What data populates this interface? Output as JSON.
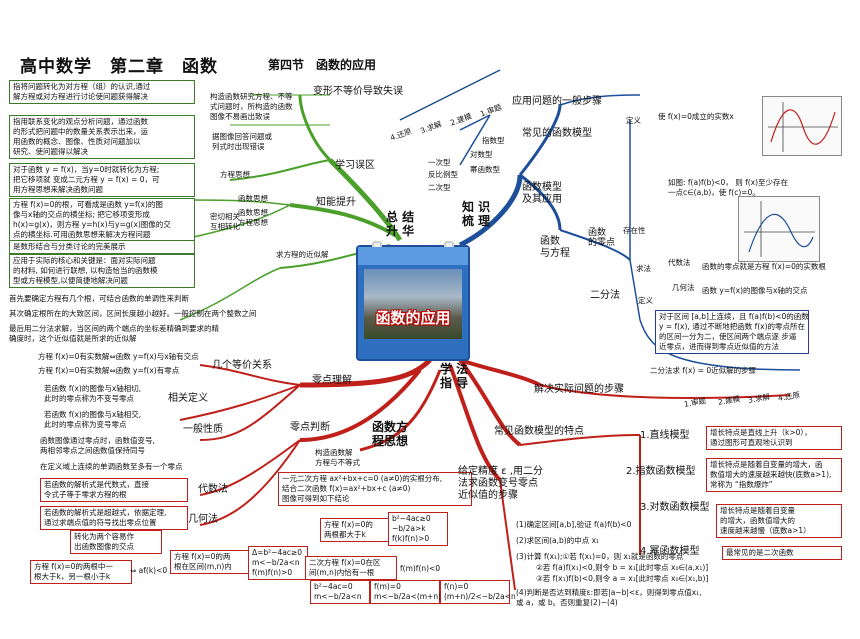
{
  "header": {
    "title": "高中数学　第二章　函数",
    "section": "第四节　函数的应用"
  },
  "center": {
    "title": "函数的应用"
  },
  "branches": {
    "summary": "总 结\n升 华",
    "knowledge": "知 识\n梳 理",
    "learning": "学 法\n指 导",
    "function_eq": "函数方\n程思想"
  },
  "green": {
    "steps_change": "变形不等价导致失误",
    "construct_note": "构造函数研究方程、不等\n式问题时，所构造的函数\n图像不易画出致误",
    "image_note": "据图像回答问题或\n列式时出现错误",
    "study_errors": "学习误区",
    "ability": "知能提升",
    "fn_thought": "方程思想",
    "fn_thought2": "函数思想",
    "fn_thought3": "函数思想\n方程思想",
    "close_rel": "密切相关\n互相转化",
    "approx_solve": "求方程的近似解",
    "box1": "指将问题转化为对方程（组）的认识,通过\n解方程或对方程进行讨论使问题获得解决",
    "box2": "指用联系变化的观点分析问题，通过函数\n的形式把问题中的数量关系表示出来，运\n用函数的概念、图像、性质对问题加以\n研究、使问题得以解决",
    "box3": "对于函数 y = f(x)，当y=0时就转化为方程;\n把它移项就 变成二元方程 y = f(x) = 0，可\n用方程思想来解决函数问题",
    "box4": "方程 f(x)=0的根，可看成是函数 y=f(x)的图\n像与x轴的交点的横坐标; 把它移项变形成\nh(x)=g(x)，则方程 y=h(x)与y=g(x)图像的交\n点的横坐标.可用函数思想来解决方程问题",
    "box5": "是数形结合与分类讨论的完美展示",
    "box6": "应用于实际的核心和关键是：面对实际问题\n的材料, 如何进行联想, 以构造恰当的函数模\n型或方程模型,以便简捷地解决问题",
    "line1": "首先要确定方程有几个根，可结合函数的单调性来判断",
    "line2": "其次确定根所在的大致区间，区间长度越小越好。一般控制在两个整数之间",
    "line3": "最后用二分法求解，当区间的两个端点的坐标差精确到要求的精\n确度时，这个近似值就是所求的近似解"
  },
  "blue": {
    "steps_title": "应用问题的一般步骤",
    "step1": "1.审题",
    "step2": "2.建模",
    "step3": "3.求解",
    "step4": "4.还原",
    "common_models": "常见的函数模型",
    "exp_model": "指数型",
    "log_model": "对数型",
    "pow_model": "幂函数型",
    "linear": "一次型",
    "inverse": "反比例型",
    "quad": "二次型",
    "model_app": "函数模型\n及其应用",
    "fn_eq": "函数\n与方程",
    "zero_pt": "函数\n的零点",
    "definition": "定义",
    "def_text": "使 f(x)=0成立的实数x",
    "existence": "存在性",
    "exist_text": "如图: f(a)f(b)<0， 则 f(x)至少存在\n一点c∈(a,b)，使 f(c)=0。",
    "method": "求法",
    "alg_method": "代数法",
    "alg_text": "函数的零点就是方程 f(x)=0的实数根",
    "geo_method": "几何法",
    "geo_text": "函数 y=f(x)的图像与x轴的交点",
    "bisect": "二分法",
    "def2": "定义",
    "bisect_def": "对于区间 [a,b]上连续，且 f(a)f(b)<0的函数\ny = f(x), 通过不断地把函数 f(x)的零点所在\n的区间一分为二，使区间两个端点逐 步逼\n近零点，进而得到零点近似值的方法",
    "bisect_steps": "二分法求 f(x) = 0近似解的步骤"
  },
  "red": {
    "zero_understand": "零点理解",
    "equiv": "几个等价关系",
    "eq1": "方程 f(x)=0有实数解⇔函数 y=f(x)与x轴有交点",
    "eq2": "方程 f(x)=0有实数解⇔函数 y=f(x)有零点",
    "rel_def": "相关定义",
    "rel1": "若函数 f(x)的图像与x轴相切,\n此时的零点称为不变号零点",
    "rel2": "若函数 f(x)的图像与x轴相交,\n此时的零点称为变号零点",
    "generality": "一般性质",
    "gen1": "函数图像通过零点时，函数值变号,\n两相邻零点之间函数值保持同号",
    "gen2": "在定义域上连续的单调函数至多有一个零点",
    "zero_judge": "零点判断",
    "alg": "代数法",
    "alg_box": "若函数的解析式是代数式，直接\n令式子等于零求方程的根",
    "geo": "几何法",
    "geo_box": "若函数的解析式是超越式，依据定理,\n通过求端点值的符号找出零点位置",
    "geo_note": "转化为两个容易作\n出函数图像的交点",
    "root_a": "方程 f(x)=0的两根中一\n根大于k，另一根小于k",
    "root_a_res": "⇔ af(k)<0",
    "root_b": "方程 f(x)=0的两\n根在区间(m,n)内",
    "root_b_res": "Δ=b²−4ac≥0\nm<−b/2a<n\nf(m)f(n)>0",
    "construct": "构造函数解\n方程与不等式",
    "quad_note": "一元二次方程 ax²+bx+c=0 (a≠0)的实根分布,\n结合二次函数 f(x)=ax²+bx+c (a≠0)\n图像可得到如下结论",
    "no_root": "方程 f(x)=0的\n两根都大于k",
    "no_root_res": "b²−4ac≥0\n−b/2a>k\nf(k)f(n)>0",
    "one_root": "二次方程 f(x)=0在区\n间(m,n)内恰有一根",
    "one_root_res": "f(m)f(n)<0",
    "or_box": "b²−4ac=0\nm<−b/2a<n",
    "or_box2": "f(m)=0\nm<−b/2a<(m+n)/2",
    "or_box3": "f(n)=0\n(m+n)/2<−b/2a<n",
    "solve_steps": "解决实际问题的步骤",
    "rs1": "1.审题",
    "rs2": "2.建模",
    "rs3": "3.求解",
    "rs4": "4.还原",
    "common_feat": "常见函数模型的特点",
    "linear_model": "1.直线模型",
    "linear_text": "增长特点是直线上升（k>0），\n通过图形可直观地认识到",
    "exp_model": "2.指数函数模型",
    "exp_text": "增长特点是随着自变量的增大，函\n数值增大的速度越来越快(底数a>1),\n常称为 “指数爆炸”",
    "log_model": "3.对数函数模型",
    "log_text": "增长特点是随着自变量\n的增大，函数值增大的\n速度越来越慢（底数a>1）",
    "pow_model": "4.幂函数模型",
    "pow_text": "最常见的是二次函数",
    "given_prec": "给定精度 ε ,用二分\n法求函数变号零点\n近似值的步骤",
    "ps1": "(1)确定区间[a,b],验证 f(a)f(b)<0",
    "ps2": "(2)求区间(a,b)的中点 x₁",
    "ps3": "(3)计算 f(x₁);①若 f(x₁)=0，则 x₁就是函数的零点",
    "ps3b": "②若 f(a)f(x₁)<0,则令 b = x₁[此时零点 x₀∈(a,x₁)]",
    "ps3c": "③若 f(x₁)f(b)<0,则令 a = x₁[此时零点 x₀∈(x₁,b)]",
    "ps4": "(4)判断是否达到精度ε:即若|a−b|<ε，则得到零点值x₁,\n或 a，或 b。否则重复(2)~(4)"
  }
}
